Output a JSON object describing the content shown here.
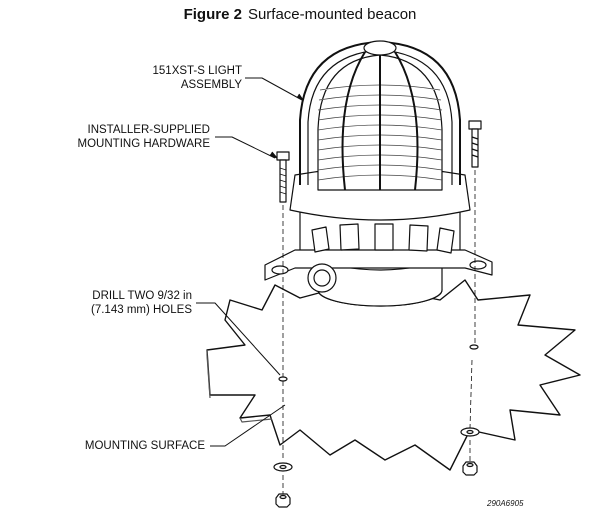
{
  "figure": {
    "number_label": "Figure 2",
    "caption": "Surface-mounted beacon"
  },
  "callouts": {
    "light_assembly": [
      "151XST-S LIGHT",
      "ASSEMBLY"
    ],
    "hardware": [
      "INSTALLER-SUPPLIED",
      "MOUNTING HARDWARE"
    ],
    "holes": [
      "DRILL TWO 9/32 in",
      "(7.143 mm) HOLES"
    ],
    "surface": "MOUNTING SURFACE"
  },
  "part_number": "290A6905"
}
